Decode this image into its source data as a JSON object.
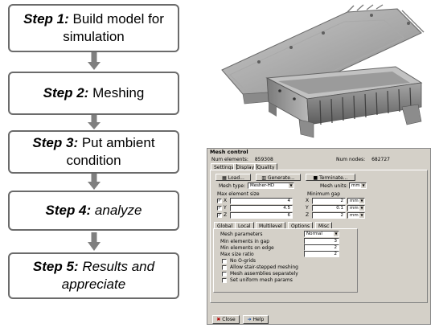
{
  "steps": [
    {
      "label": "Step 1:",
      "text": "Build model for simulation",
      "italic_text": false
    },
    {
      "label": "Step 2:",
      "text": "Meshing",
      "italic_text": false
    },
    {
      "label": "Step 3:",
      "text": "Put ambient condition",
      "italic_text": false
    },
    {
      "label": "Step 4:",
      "text": "analyze",
      "italic_text": true
    },
    {
      "label": "Step 5:",
      "text": "Results and appreciate",
      "italic_text": true
    }
  ],
  "dialog": {
    "title": "Mesh control",
    "num_elements_label": "Num elements:",
    "num_elements_value": "859308",
    "num_nodes_label": "Num nodes:",
    "num_nodes_value": "682727",
    "top_tabs": [
      "Settings",
      "Display",
      "Quality"
    ],
    "load_button": "Load...",
    "generate_button": "Generate...",
    "terminate_button": "Terminate...",
    "mesh_type_label": "Mesh type:",
    "mesh_type_value": "Mesher-HD",
    "mesh_units_label": "Mesh units:",
    "mesh_units_value": "mm",
    "max_element_size_label": "Max element size",
    "minimum_gap_label": "Minimum gap",
    "axes": [
      {
        "axis": "X",
        "max": "4",
        "gap": "2",
        "unit": "mm"
      },
      {
        "axis": "Y",
        "max": "4.5",
        "gap": "0.1",
        "unit": "mm"
      },
      {
        "axis": "Z",
        "max": "6",
        "gap": "2",
        "unit": "mm"
      }
    ],
    "sub_tabs": [
      "Global",
      "Local",
      "Multilevel",
      "Options",
      "Misc"
    ],
    "mesh_parameters_label": "Mesh parameters",
    "mesh_parameters_value": "Normal",
    "min_elements_in_gap_label": "Min elements in gap",
    "min_elements_in_gap_value": "3",
    "min_elements_on_edge_label": "Min elements on edge",
    "min_elements_on_edge_value": "2",
    "max_size_ratio_label": "Max size ratio",
    "max_size_ratio_value": "2",
    "options": [
      "No O-grids",
      "Allow stair-stepped meshing",
      "Mesh assemblies separately",
      "Set uniform mesh params"
    ],
    "close_button": "Close",
    "help_button": "Help"
  }
}
